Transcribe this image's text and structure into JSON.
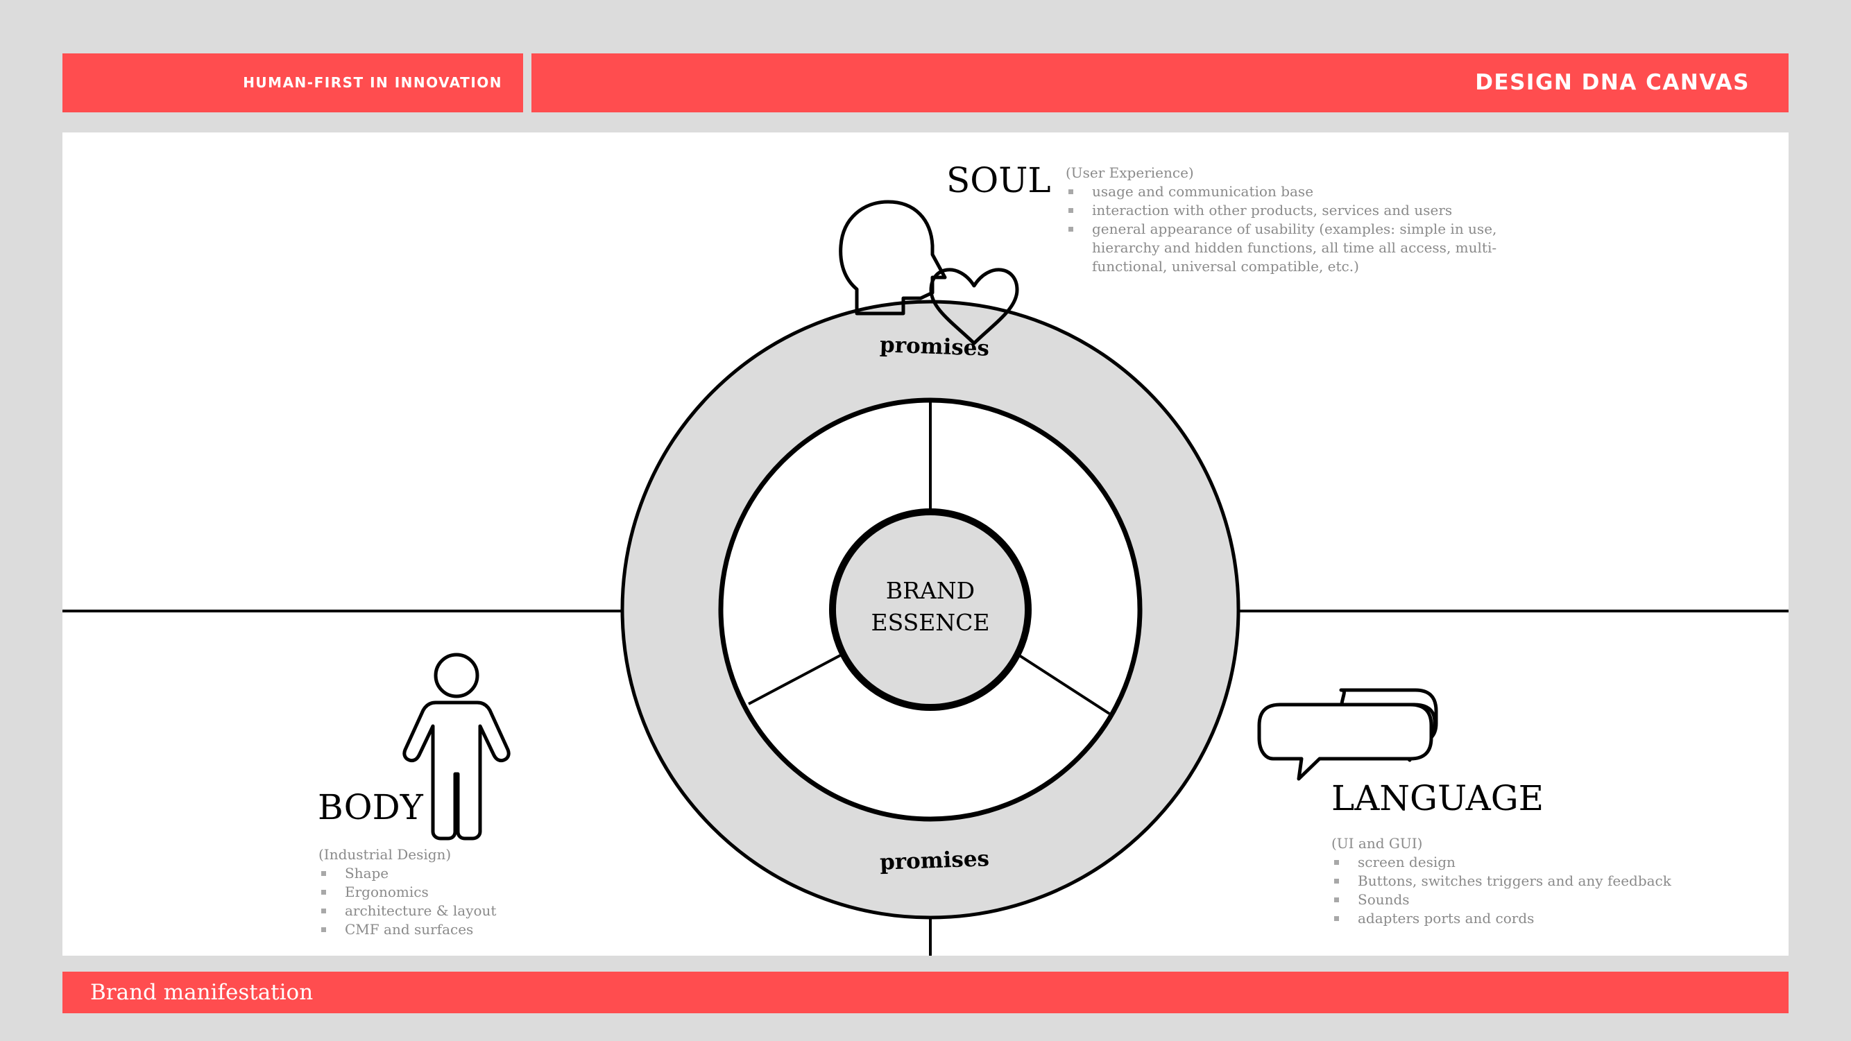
{
  "header": {
    "tagline": "HUMAN-FIRST IN INNOVATION",
    "title": "DESIGN DNA CANVAS"
  },
  "footer": {
    "label": "Brand manifestation"
  },
  "colors": {
    "accent": "#ff4d4f",
    "ring": "#dcdcdc",
    "background": "#dcdcdc"
  },
  "diagram": {
    "center_label_line1": "BRAND",
    "center_label_line2": "ESSENCE",
    "ring_label_top": "promises",
    "ring_label_bottom": "promises"
  },
  "soul": {
    "title": "SOUL",
    "subtitle": "(User Experience)",
    "icons": [
      "head-profile-icon",
      "heart-icon"
    ],
    "items": [
      "usage and communication base",
      "interaction with other products, services and users",
      "general appearance of usability (examples: simple in use, hierarchy and hidden functions, all time all access, multi-functional, universal compatible, etc.)"
    ]
  },
  "body_section": {
    "title": "BODY",
    "subtitle": "(Industrial Design)",
    "icons": [
      "person-icon"
    ],
    "items": [
      "Shape",
      "Ergonomics",
      "architecture & layout",
      "CMF and surfaces"
    ]
  },
  "language": {
    "title": "LANGUAGE",
    "subtitle": "(UI and GUI)",
    "icons": [
      "speech-bubbles-icon"
    ],
    "items": [
      "screen design",
      "Buttons, switches triggers and any feedback",
      "Sounds",
      "adapters ports and cords"
    ]
  }
}
